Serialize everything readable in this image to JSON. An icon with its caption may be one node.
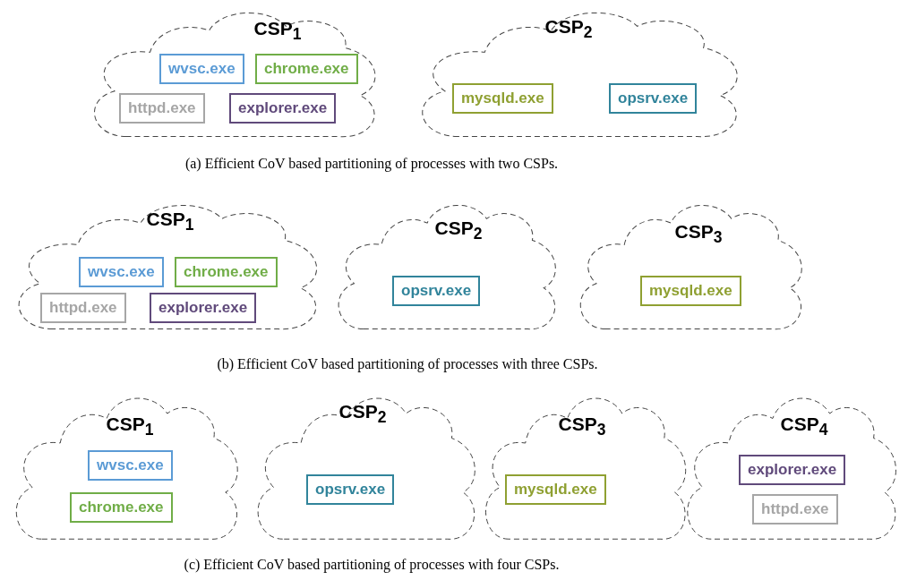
{
  "diagram": {
    "nodes": [
      {
        "text": [
          "CSP$_{1}$"
        ]
      },
      {
        "text": [
          "wvsc.exe"
        ],
        "in": 0
      },
      {
        "text": [
          "chrome.exe"
        ],
        "in": 0
      },
      {
        "text": [
          "httpd.exe"
        ],
        "in": 0
      },
      {
        "text": [
          "explorer.exe"
        ],
        "in": 0
      },
      {
        "text": [
          "CSP$_{2}$"
        ]
      },
      {
        "text": [
          "mysqld.exe"
        ],
        "in": 5
      },
      {
        "text": [
          "opsrv.exe"
        ],
        "in": 5
      },
      {
        "text": [
          "CSP$_{1}$"
        ]
      },
      {
        "text": [
          "wvsc.exe"
        ],
        "in": 8
      },
      {
        "text": [
          "chrome.exe"
        ],
        "in": 8
      },
      {
        "text": [
          "httpd.exe"
        ],
        "in": 8
      },
      {
        "text": [
          "explorer.exe"
        ],
        "in": 8
      },
      {
        "text": [
          "CSP$_{2}$"
        ]
      },
      {
        "text": [
          "opsrv.exe"
        ],
        "in": 13
      },
      {
        "text": [
          "CSP$_{3}$"
        ]
      },
      {
        "text": [
          "mysqld.exe"
        ],
        "in": 15
      },
      {
        "text": [
          "CSP$_{1}$"
        ]
      },
      {
        "text": [
          "wvsc.exe"
        ],
        "in": 17
      },
      {
        "text": [
          "chrome.exe"
        ],
        "in": 17
      },
      {
        "text": [
          "CSP$_{2}$"
        ]
      },
      {
        "text": [
          "opsrv.exe"
        ],
        "in": 20
      },
      {
        "text": [
          "CSP$_{3}$"
        ]
      },
      {
        "text": [
          "mysqld.exe"
        ],
        "in": 22
      },
      {
        "text": [
          "CSP$_{4}$"
        ]
      },
      {
        "text": [
          "explorer.exe"
        ],
        "in": 24
      },
      {
        "text": [
          "httpd.exe"
        ],
        "in": 24
      }
    ],
    "labels": [
      "(a) Efficient CoV based partitioning of processes with two CSPs.",
      "(b) Efficient CoV based partitioning of processes with three CSPs.",
      "(c) Efficient CoV based partitioning of processes with four CSPs."
    ]
  }
}
